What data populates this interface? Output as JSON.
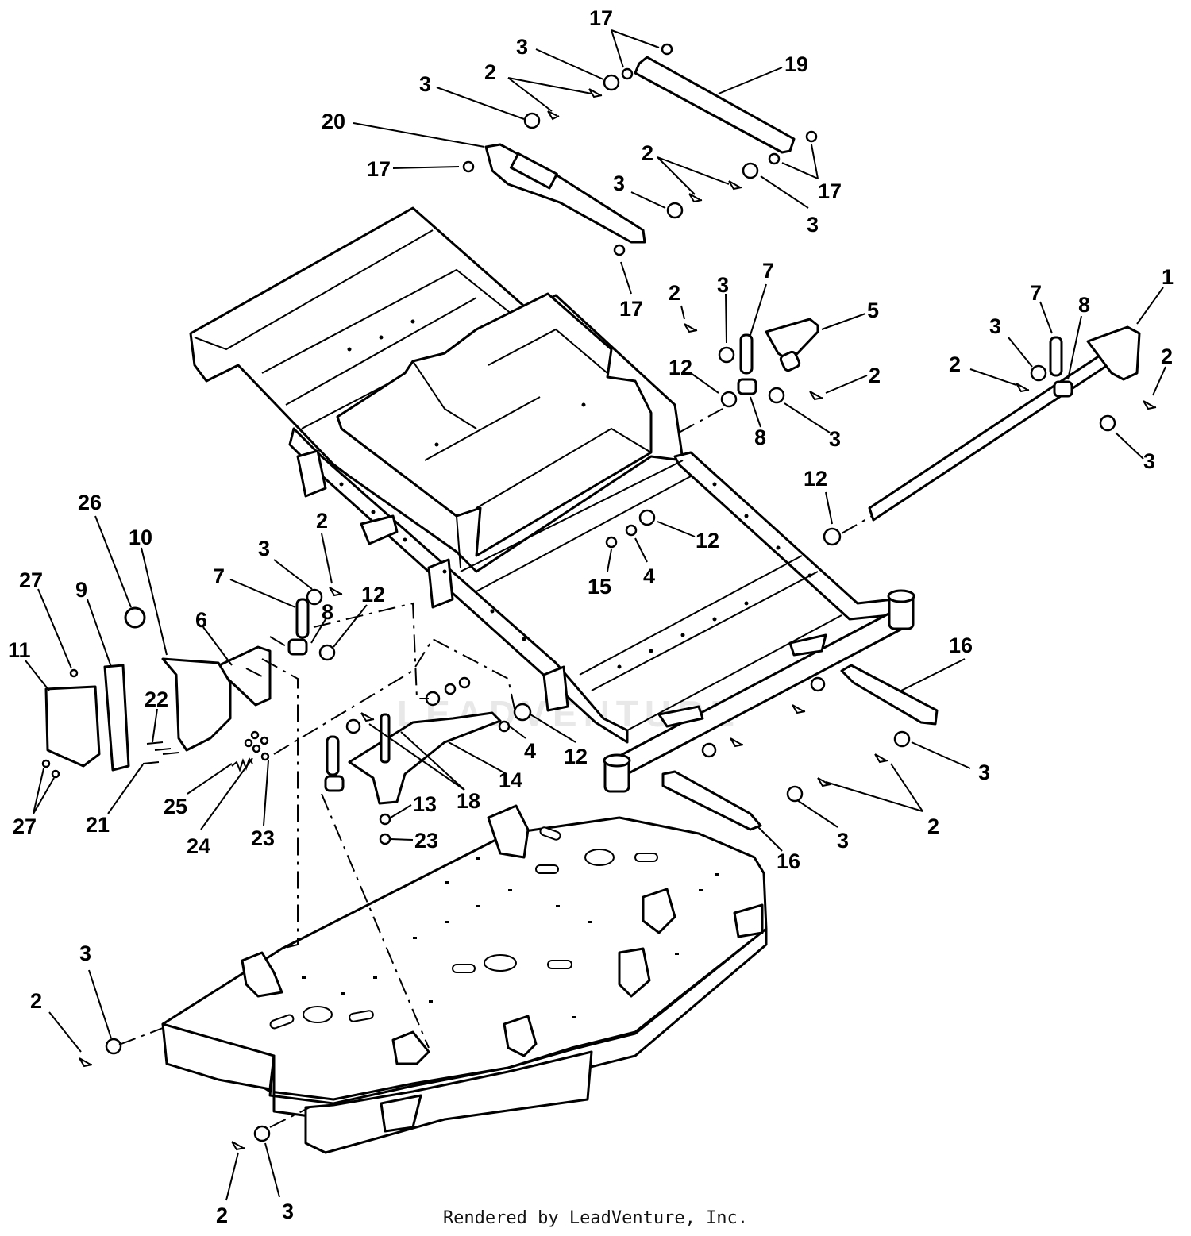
{
  "diagram": {
    "callouts": [
      {
        "id": "c17a",
        "label": "17"
      },
      {
        "id": "c3a",
        "label": "3"
      },
      {
        "id": "c3b",
        "label": "3"
      },
      {
        "id": "c2a",
        "label": "2"
      },
      {
        "id": "c19",
        "label": "19"
      },
      {
        "id": "c20",
        "label": "20"
      },
      {
        "id": "c17b",
        "label": "17"
      },
      {
        "id": "c2b",
        "label": "2"
      },
      {
        "id": "c3c",
        "label": "3"
      },
      {
        "id": "c17c",
        "label": "17"
      },
      {
        "id": "c3d",
        "label": "3"
      },
      {
        "id": "c17d",
        "label": "17"
      },
      {
        "id": "c2c",
        "label": "2"
      },
      {
        "id": "c3e",
        "label": "3"
      },
      {
        "id": "c7a",
        "label": "7"
      },
      {
        "id": "c5",
        "label": "5"
      },
      {
        "id": "c7b",
        "label": "7"
      },
      {
        "id": "c8a",
        "label": "8"
      },
      {
        "id": "c1",
        "label": "1"
      },
      {
        "id": "c3f",
        "label": "3"
      },
      {
        "id": "c2d",
        "label": "2"
      },
      {
        "id": "c2e",
        "label": "2"
      },
      {
        "id": "c12a",
        "label": "12"
      },
      {
        "id": "c2f",
        "label": "2"
      },
      {
        "id": "c8b",
        "label": "8"
      },
      {
        "id": "c3g",
        "label": "3"
      },
      {
        "id": "c3h",
        "label": "3"
      },
      {
        "id": "c12b",
        "label": "12"
      },
      {
        "id": "c12c",
        "label": "12"
      },
      {
        "id": "c15",
        "label": "15"
      },
      {
        "id": "c4a",
        "label": "4"
      },
      {
        "id": "c26",
        "label": "26"
      },
      {
        "id": "c10",
        "label": "10"
      },
      {
        "id": "c2g",
        "label": "2"
      },
      {
        "id": "c3i",
        "label": "3"
      },
      {
        "id": "c7c",
        "label": "7"
      },
      {
        "id": "c12d",
        "label": "12"
      },
      {
        "id": "c8c",
        "label": "8"
      },
      {
        "id": "c27a",
        "label": "27"
      },
      {
        "id": "c9",
        "label": "9"
      },
      {
        "id": "c6",
        "label": "6"
      },
      {
        "id": "c11",
        "label": "11"
      },
      {
        "id": "c22",
        "label": "22"
      },
      {
        "id": "c16a",
        "label": "16"
      },
      {
        "id": "c4b",
        "label": "4"
      },
      {
        "id": "c12e",
        "label": "12"
      },
      {
        "id": "c14",
        "label": "14"
      },
      {
        "id": "c18",
        "label": "18"
      },
      {
        "id": "c13",
        "label": "13"
      },
      {
        "id": "c23a",
        "label": "23"
      },
      {
        "id": "c3j",
        "label": "3"
      },
      {
        "id": "c25",
        "label": "25"
      },
      {
        "id": "c21",
        "label": "21"
      },
      {
        "id": "c24",
        "label": "24"
      },
      {
        "id": "c23b",
        "label": "23"
      },
      {
        "id": "c27b",
        "label": "27"
      },
      {
        "id": "c3k",
        "label": "3"
      },
      {
        "id": "c2h",
        "label": "2"
      },
      {
        "id": "c16b",
        "label": "16"
      },
      {
        "id": "c3l",
        "label": "3"
      },
      {
        "id": "c2i",
        "label": "2"
      },
      {
        "id": "c2j",
        "label": "2"
      },
      {
        "id": "c3m",
        "label": "3"
      }
    ],
    "watermark": "LEADVENTURE",
    "credit": "Rendered by LeadVenture, Inc."
  }
}
